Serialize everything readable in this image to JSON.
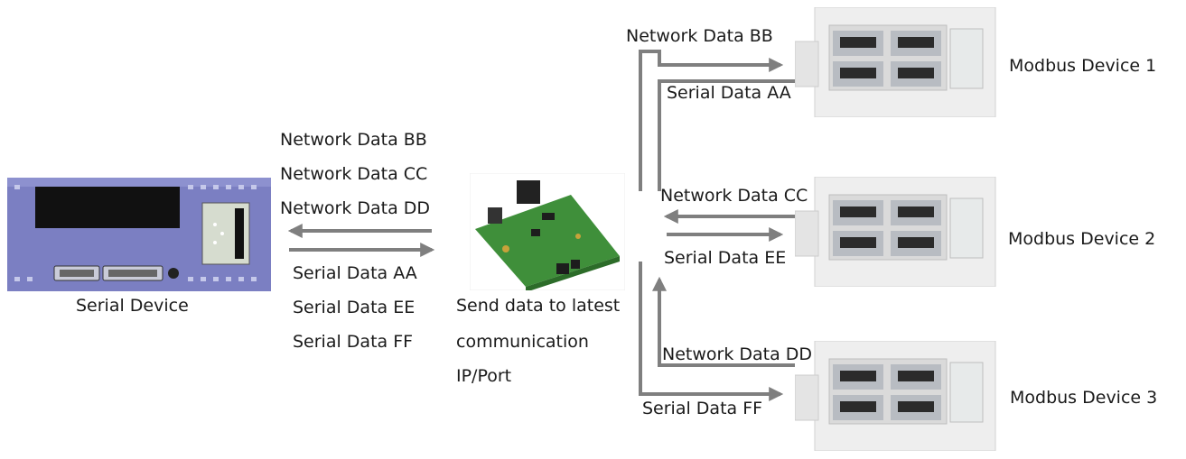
{
  "serial_device": {
    "label": "Serial Device"
  },
  "gateway": {
    "label_lines": [
      "Send data to latest",
      "communication",
      "IP/Port"
    ]
  },
  "left_network": [
    "Network Data BB",
    "Network Data CC",
    "Network Data DD"
  ],
  "left_serial": [
    "Serial Data AA",
    "Serial Data EE",
    "Serial Data FF"
  ],
  "modbus_devices": [
    {
      "label": "Modbus Device 1",
      "network": "Network Data BB",
      "serial": "Serial Data AA"
    },
    {
      "label": "Modbus Device 2",
      "network": "Network Data CC",
      "serial": "Serial Data EE"
    },
    {
      "label": "Modbus Device 3",
      "network": "Network Data DD",
      "serial": "Serial Data FF"
    }
  ],
  "colors": {
    "arrow": "#7f7f7f",
    "serial_device_body": "#7b7fc2",
    "pcb": "#3f8f3a",
    "modbus_body": "#eeeeee"
  }
}
